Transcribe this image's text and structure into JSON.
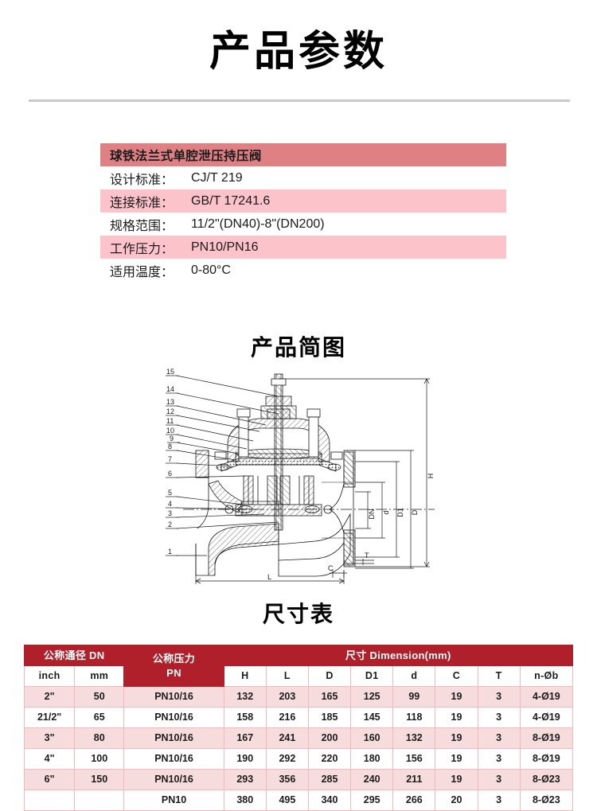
{
  "page": {
    "title": "产品参数",
    "headings": {
      "diagram": "产品简图",
      "table": "尺寸表"
    }
  },
  "colors": {
    "header_red": "#b0202a",
    "spec_title_pink": "#de8084",
    "spec_alt_pink": "#fcc3cb",
    "row_pink": "#f7dcde",
    "border_pink": "#f0b9bd",
    "divider_gray": "#c9c9c9"
  },
  "spec_list": {
    "product_name": "球铁法兰式单腔泄压持压阀",
    "rows": [
      {
        "label": "设计标准：",
        "value": "CJ/T 219"
      },
      {
        "label": "连接标准：",
        "value": "GB/T 17241.6"
      },
      {
        "label": "规格范围：",
        "value": "11/2\"(DN40)-8\"(DN200)"
      },
      {
        "label": "工作压力：",
        "value": "PN10/PN16"
      },
      {
        "label": "适用温度：",
        "value": "0-80°C"
      }
    ]
  },
  "diagram": {
    "callouts": [
      "15",
      "14",
      "13",
      "12",
      "11",
      "10",
      "9",
      "8",
      "7",
      "6",
      "5",
      "4",
      "3",
      "2",
      "1"
    ],
    "dimension_labels": [
      "H",
      "D",
      "D1",
      "d",
      "DN",
      "L",
      "C",
      "T"
    ]
  },
  "dimension_table": {
    "group_headers": {
      "dn": "公称通径 DN",
      "pn": "公称压力",
      "pn_sub": "PN",
      "dimension": "尺寸 Dimension(mm)"
    },
    "sub_headers": {
      "inch": "inch",
      "mm": "mm",
      "h": "H",
      "l": "L",
      "d_outer": "D",
      "d1": "D1",
      "d_bore": "d",
      "c": "C",
      "t": "T",
      "nb": "n-Øb"
    },
    "rows": [
      {
        "inch": "2\"",
        "mm": "50",
        "pn": "PN10/16",
        "H": "132",
        "L": "203",
        "D": "165",
        "D1": "125",
        "d": "99",
        "C": "19",
        "T": "3",
        "nb": "4-Ø19"
      },
      {
        "inch": "21/2\"",
        "mm": "65",
        "pn": "PN10/16",
        "H": "158",
        "L": "216",
        "D": "185",
        "D1": "145",
        "d": "118",
        "C": "19",
        "T": "3",
        "nb": "4-Ø19"
      },
      {
        "inch": "3\"",
        "mm": "80",
        "pn": "PN10/16",
        "H": "167",
        "L": "241",
        "D": "200",
        "D1": "160",
        "d": "132",
        "C": "19",
        "T": "3",
        "nb": "8-Ø19"
      },
      {
        "inch": "4\"",
        "mm": "100",
        "pn": "PN10/16",
        "H": "190",
        "L": "292",
        "D": "220",
        "D1": "180",
        "d": "156",
        "C": "19",
        "T": "3",
        "nb": "8-Ø19"
      },
      {
        "inch": "6\"",
        "mm": "150",
        "pn": "PN10/16",
        "H": "293",
        "L": "356",
        "D": "285",
        "D1": "240",
        "d": "211",
        "C": "19",
        "T": "3",
        "nb": "8-Ø23"
      },
      {
        "inch": "",
        "mm": "",
        "pn": "PN10",
        "H": "380",
        "L": "495",
        "D": "340",
        "D1": "295",
        "d": "266",
        "C": "20",
        "T": "3",
        "nb": "8-Ø23"
      }
    ]
  }
}
